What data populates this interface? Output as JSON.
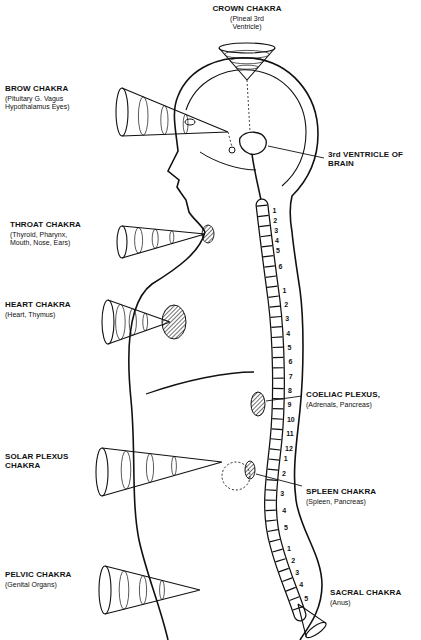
{
  "diagram": {
    "labels": [
      "CROWN CHAKRA",
      "(Pineal 3rd Ventricle)",
      "BROW CHAKRA",
      "(Pituitary G. Vagus Hypothalamus Eyes)",
      "3rd VENTRICLE OF BRAIN",
      "THROAT CHAKRA",
      "(Thyroid, Pharynx, Mouth, Nose, Ears)",
      "HEART CHAKRA",
      "(Heart, Thymus)",
      "COELIAC PLEXUS,",
      "(Adrenals, Pancreas)",
      "SOLAR PLEXUS CHAKRA",
      "SPLEEN CHAKRA",
      "(Spleen, Pancreas)",
      "PELVIC CHAKRA",
      "(Genital Organs)",
      "SACRAL CHAKRA",
      "(Anus)",
      "1",
      "2",
      "3",
      "4",
      "5",
      "6",
      "1",
      "2",
      "3",
      "4",
      "5",
      "6",
      "7",
      "8",
      "9",
      "10",
      "11",
      "12",
      "1",
      "2",
      "3",
      "4",
      "5",
      "1",
      "2",
      "3",
      "4",
      "5"
    ]
  }
}
